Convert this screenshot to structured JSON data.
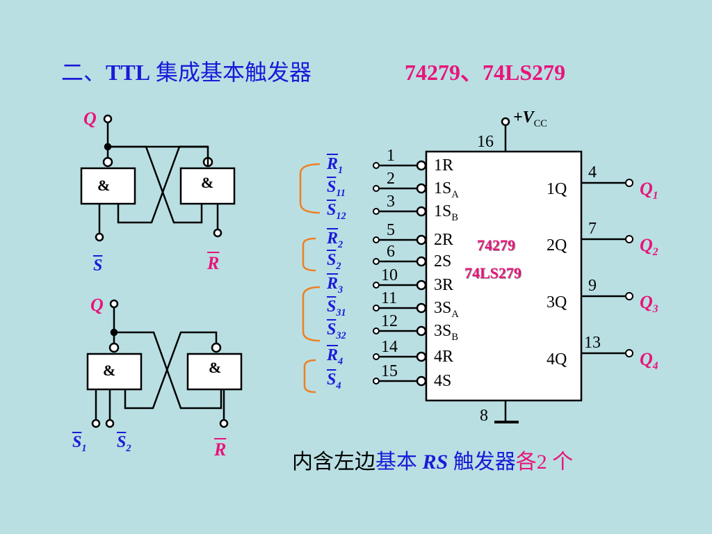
{
  "title": {
    "prefix": "二、",
    "ttl": "TTL",
    "suffix": " 集成基本触发器",
    "part_numbers": "74279、74LS279"
  },
  "gates": {
    "and_symbol": "&",
    "top": {
      "q": "Q",
      "s": "S",
      "r": "R"
    },
    "bottom": {
      "q": "Q",
      "s1": "S",
      "s1_sub": "1",
      "s2": "S",
      "s2_sub": "2",
      "r": "R"
    }
  },
  "chip": {
    "vcc_prefix": "+V",
    "vcc_sub": "CC",
    "vcc_pin": "16",
    "gnd_pin": "8",
    "name_1": "74279",
    "name_2": "74LS279",
    "inputs": [
      {
        "num": "1",
        "name": "1R"
      },
      {
        "num": "2",
        "name": "1S",
        "sub": "A"
      },
      {
        "num": "3",
        "name": "1S",
        "sub": "B"
      },
      {
        "num": "5",
        "name": "2R"
      },
      {
        "num": "6",
        "name": "2S"
      },
      {
        "num": "10",
        "name": "3R"
      },
      {
        "num": "11",
        "name": "3S",
        "sub": "A"
      },
      {
        "num": "12",
        "name": "3S",
        "sub": "B"
      },
      {
        "num": "14",
        "name": "4R"
      },
      {
        "num": "15",
        "name": "4S"
      }
    ],
    "outputs": [
      {
        "num": "4",
        "name": "1Q",
        "label": "Q",
        "sub": "1"
      },
      {
        "num": "7",
        "name": "2Q",
        "label": "Q",
        "sub": "2"
      },
      {
        "num": "9",
        "name": "3Q",
        "label": "Q",
        "sub": "3"
      },
      {
        "num": "13",
        "name": "4Q",
        "label": "Q",
        "sub": "4"
      }
    ]
  },
  "input_labels": [
    {
      "letter": "R",
      "sub": "1"
    },
    {
      "letter": "S",
      "sub": "11"
    },
    {
      "letter": "S",
      "sub": "12"
    },
    {
      "letter": "R",
      "sub": "2"
    },
    {
      "letter": "S",
      "sub": "2"
    },
    {
      "letter": "R",
      "sub": "3"
    },
    {
      "letter": "S",
      "sub": "31"
    },
    {
      "letter": "S",
      "sub": "32"
    },
    {
      "letter": "R",
      "sub": "4"
    },
    {
      "letter": "S",
      "sub": "4"
    }
  ],
  "footer": {
    "part1": "内含左边",
    "part2": "基本 ",
    "rs": "RS",
    "part3": " 触发器",
    "part4": "各2 个"
  },
  "colors": {
    "background": "#b9dfe3",
    "blue": "#1a1ad8",
    "pink": "#e8147a",
    "bracket": "#ef7f20"
  }
}
